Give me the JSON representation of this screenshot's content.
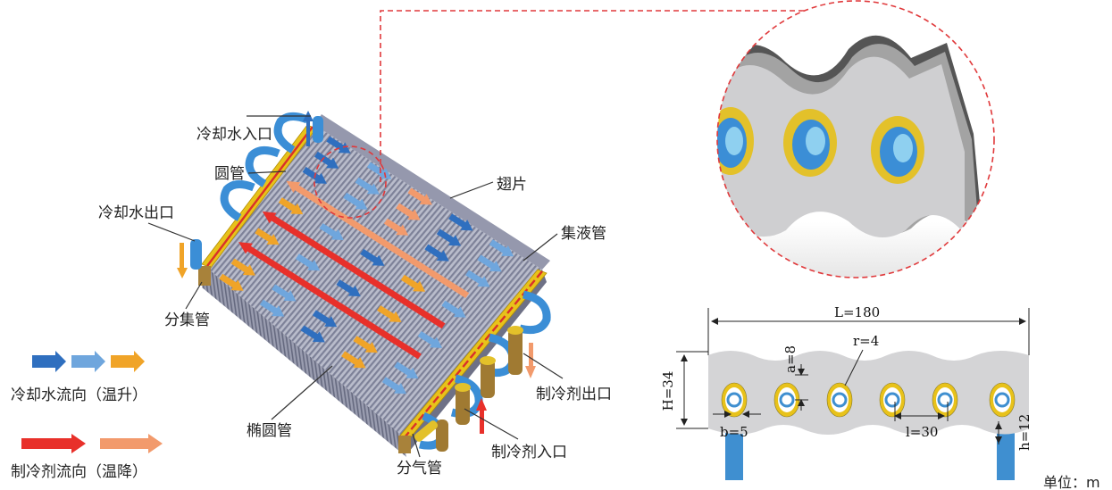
{
  "labels": {
    "cooling_water_inlet": "冷却水入口",
    "round_tube": "圆管",
    "fin": "翅片",
    "cooling_water_outlet": "冷却水出口",
    "liquid_header": "集液管",
    "manifold": "分集管",
    "refrigerant_outlet": "制冷剂出口",
    "elliptical_tube": "椭圆管",
    "refrigerant_inlet": "制冷剂入口",
    "gas_distributor": "分气管"
  },
  "legend": {
    "water_label": "冷却水流向（温升）",
    "refrigerant_label": "制冷剂流向（温降）"
  },
  "dimensions": {
    "L": "L=180",
    "H": "H=34",
    "r": "r=4",
    "a": "a=8",
    "b": "b=5",
    "l": "l=30",
    "h": "h=12"
  },
  "unit_label": "单位：m",
  "colors": {
    "water_dark": "#2f6fbf",
    "water_light": "#6fa6dd",
    "water_warm": "#f0a428",
    "refrigerant_hot": "#e8302a",
    "refrigerant_cool": "#f29a6c",
    "header_yellow": "#e8c21a",
    "tube_blue": "#3f8fd0",
    "fin_gray": "#8b8fa6",
    "zoom_dash": "#e0393b",
    "plate_gray": "#d4d4d6"
  },
  "icons": {
    "water_arrows": [
      "arrow-right-icon",
      "arrow-right-icon",
      "arrow-right-icon"
    ],
    "refrigerant_arrows": [
      "arrow-right-icon",
      "arrow-right-icon"
    ]
  }
}
